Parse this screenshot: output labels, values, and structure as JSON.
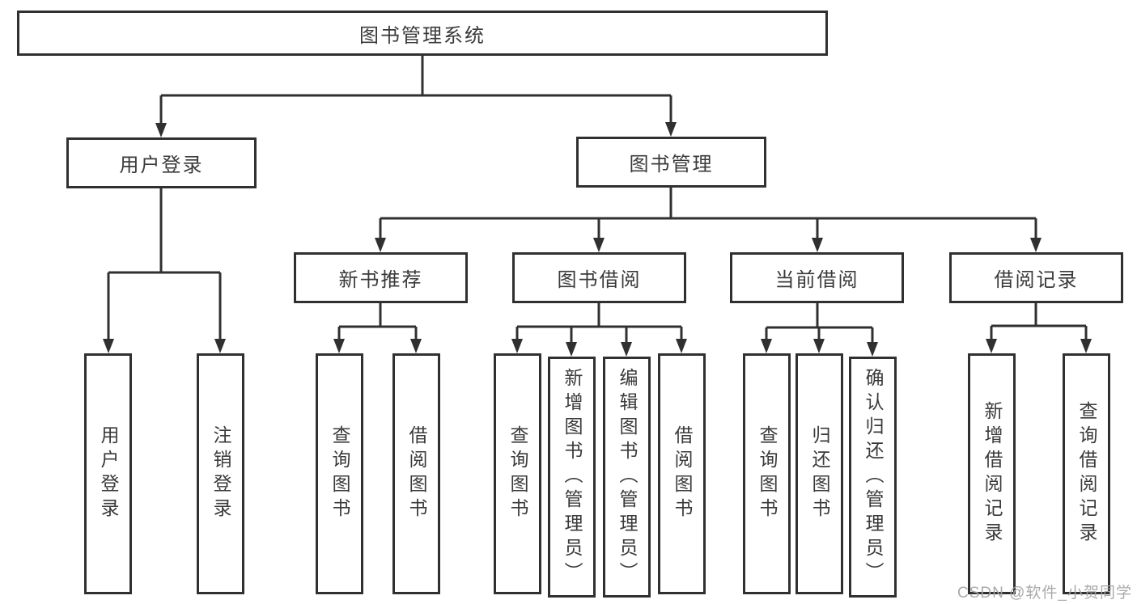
{
  "diagram": {
    "root": {
      "label": "图书管理系统"
    },
    "branches": [
      {
        "label": "用户登录",
        "children": [
          {
            "label": "用户登录"
          },
          {
            "label": "注销登录"
          }
        ]
      },
      {
        "label": "图书管理",
        "children": [
          {
            "label": "新书推荐",
            "children": [
              {
                "label": "查询图书"
              },
              {
                "label": "借阅图书"
              }
            ]
          },
          {
            "label": "图书借阅",
            "children": [
              {
                "label": "查询图书"
              },
              {
                "label": "新增图书（管理员）"
              },
              {
                "label": "编辑图书（管理员）"
              },
              {
                "label": "借阅图书"
              }
            ]
          },
          {
            "label": "当前借阅",
            "children": [
              {
                "label": "查询图书"
              },
              {
                "label": "归还图书"
              },
              {
                "label": "确认归还（管理员）"
              }
            ]
          },
          {
            "label": "借阅记录",
            "children": [
              {
                "label": "新增借阅记录"
              },
              {
                "label": "查询借阅记录"
              }
            ]
          }
        ]
      }
    ]
  },
  "watermark": {
    "text": "CSDN @软件_小贺同学"
  },
  "colors": {
    "line": "#303030",
    "text": "#3a3a3a",
    "background": "#ffffff",
    "watermark": "#a5a5a5"
  }
}
